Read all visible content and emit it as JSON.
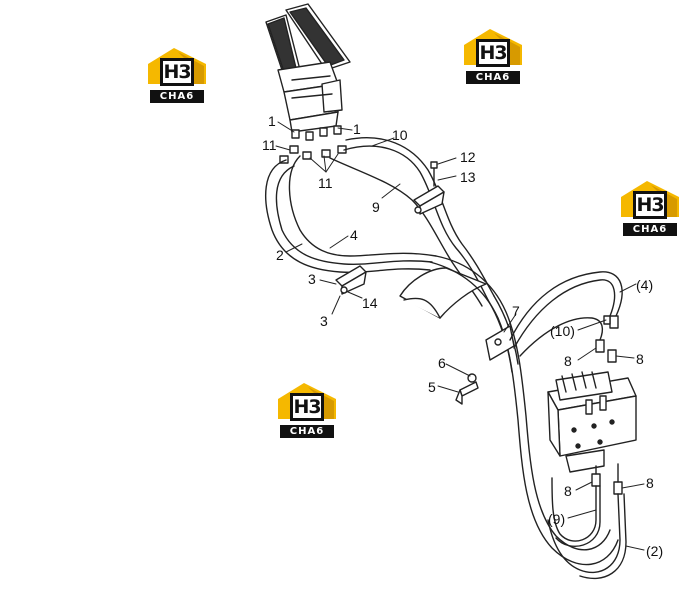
{
  "colors": {
    "line": "#222222",
    "logo_yellow": "#f5b800",
    "logo_dark": "#111111"
  },
  "logos": [
    {
      "mark": "H3",
      "word": "CHA6"
    },
    {
      "mark": "H3",
      "word": "CHA6"
    },
    {
      "mark": "H3",
      "word": "CHA6"
    },
    {
      "mark": "H3",
      "word": "CHA6"
    }
  ],
  "callouts": {
    "c1": "1",
    "c11a": "11",
    "c11b": "11",
    "c1b": "1",
    "c10": "10",
    "c12": "12",
    "c13": "13",
    "c9": "9",
    "c2": "2",
    "c4": "4",
    "c3a": "3",
    "c14": "14",
    "c3b": "3",
    "c7": "7",
    "c6": "6",
    "c5": "5",
    "c4p": "(4)",
    "c10p": "(10)",
    "c8a": "8",
    "c8b": "8",
    "c8c": "8",
    "c8d": "8",
    "c9p": "(9)",
    "c2p": "(2)"
  }
}
